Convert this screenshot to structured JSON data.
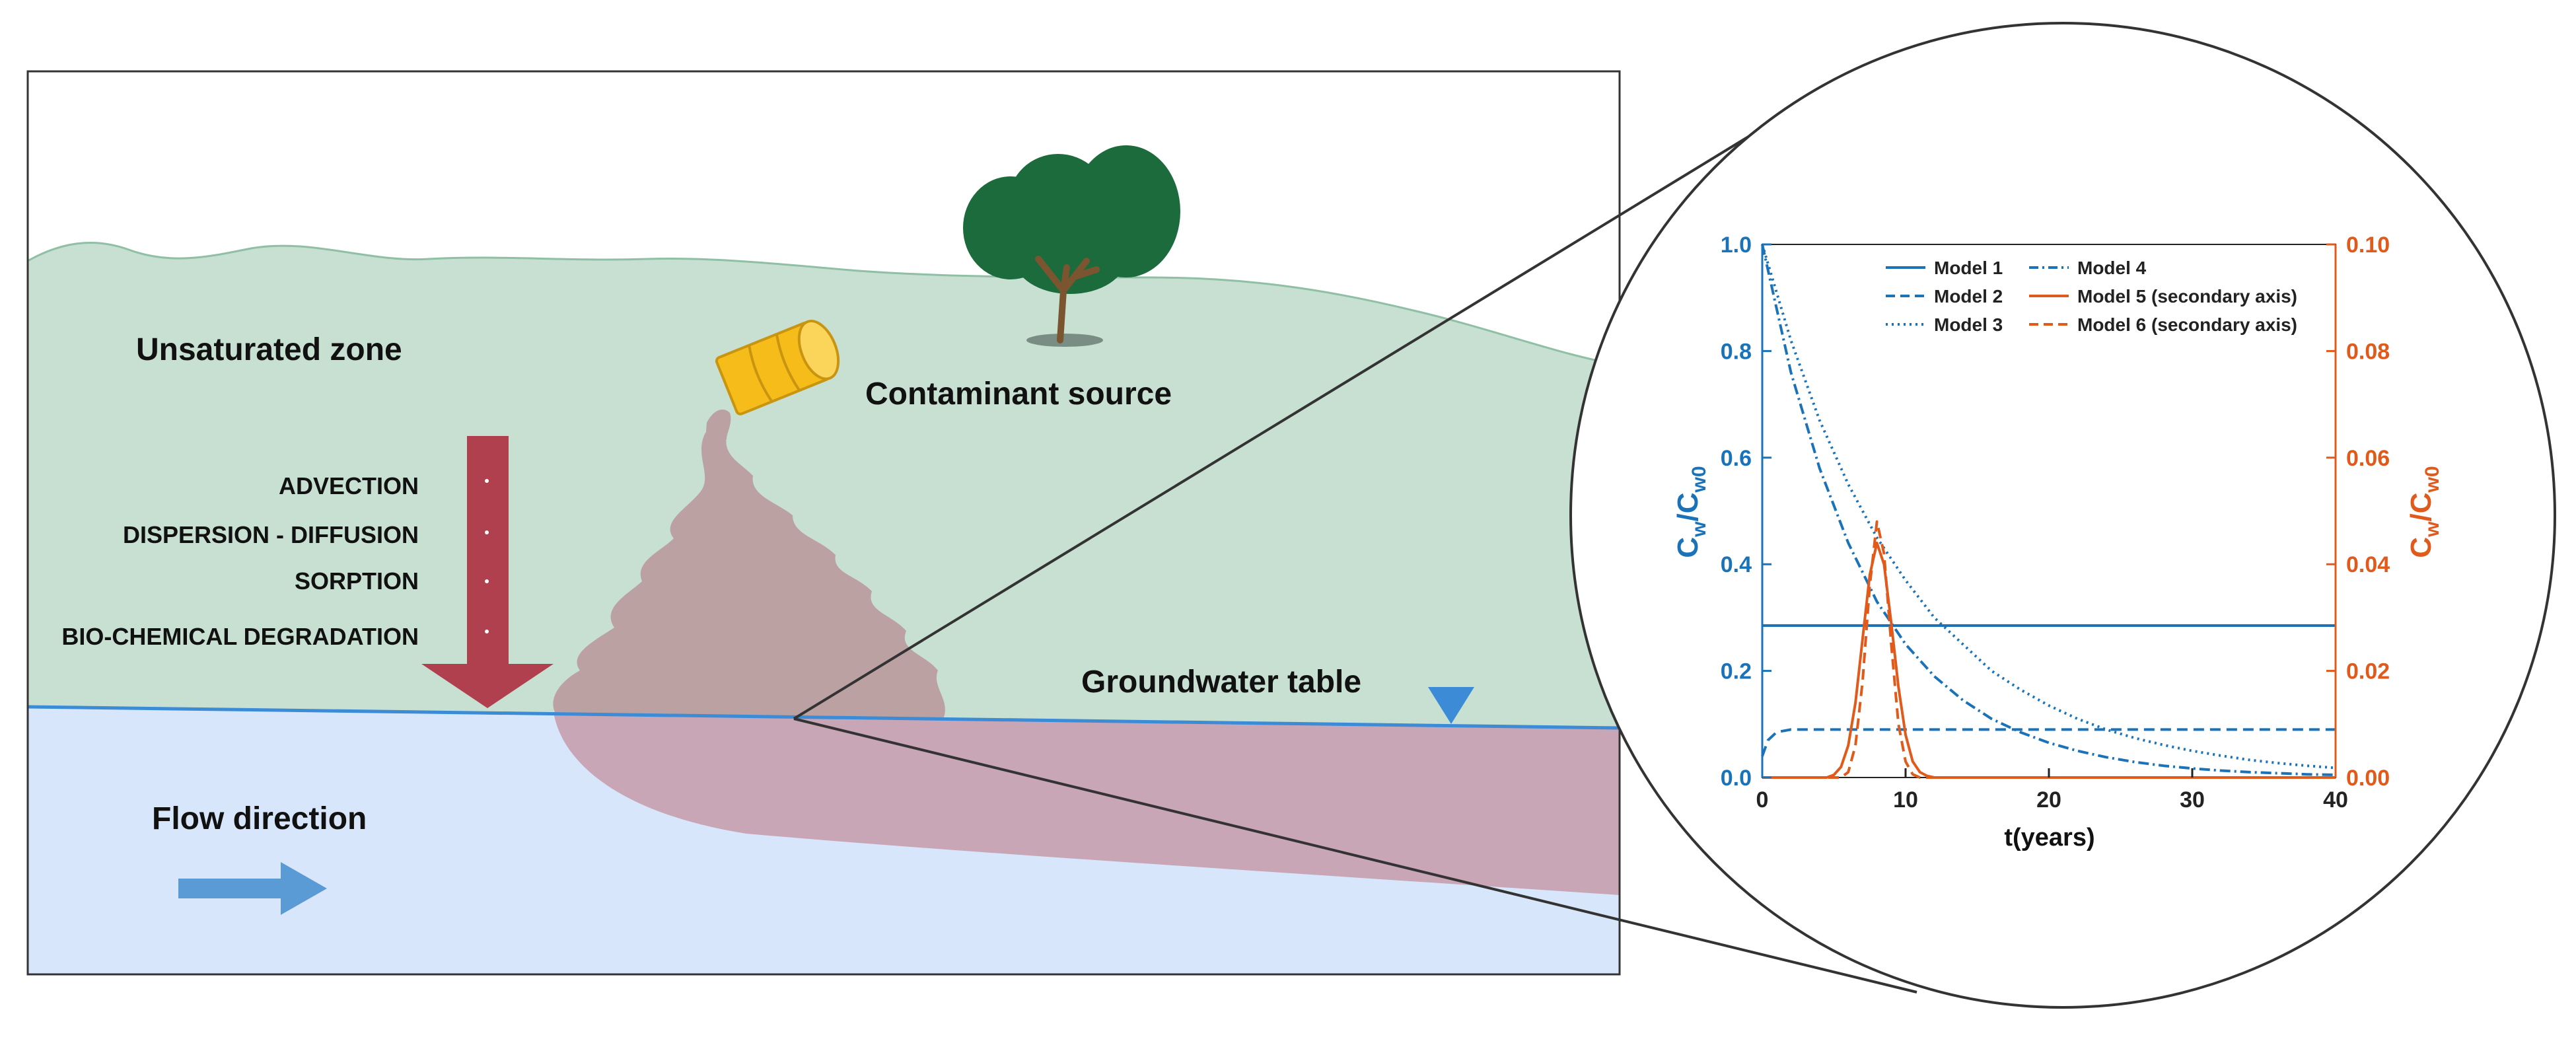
{
  "labels": {
    "unsaturated_zone": "Unsaturated zone",
    "contaminant_source": "Contaminant source",
    "groundwater_table": "Groundwater table",
    "flow_direction": "Flow direction"
  },
  "processes": [
    "ADVECTION",
    "DISPERSION - DIFFUSION",
    "SORPTION",
    "BIO-CHEMICAL DEGRADATION"
  ],
  "colors": {
    "unsaturated_zone": "#c8e0d2",
    "saturated_zone": "#d8e6fb",
    "plume": "#c8a6b6",
    "arrow": "#b0404d",
    "barrel": "#f6bc1a",
    "tree": "#1b6b3c",
    "water_line": "#3b8bd6",
    "primary_axis": "#1a73b8",
    "secondary_axis": "#e05a1c"
  },
  "chart_data": {
    "type": "line",
    "xlabel": "t(years)",
    "xlim": [
      0,
      40
    ],
    "xticks": [
      "0",
      "10",
      "20",
      "30",
      "40"
    ],
    "ylabel_left": {
      "main": "C",
      "sub1": "w",
      "mid": "/C",
      "sub2": "w0"
    },
    "ylim_left": [
      0,
      1.0
    ],
    "yticks_left": [
      "0.0",
      "0.2",
      "0.4",
      "0.6",
      "0.8",
      "1.0"
    ],
    "ylabel_right": {
      "main": "C",
      "sub1": "w",
      "mid": "/C",
      "sub2": "w0"
    },
    "ylim_right": [
      0,
      0.1
    ],
    "yticks_right": [
      "0.00",
      "0.02",
      "0.04",
      "0.06",
      "0.08",
      "0.10"
    ],
    "legend_position": "top-right",
    "series": [
      {
        "name": "Model 1",
        "axis": "left",
        "color": "#1a73b8",
        "dash": "solid",
        "x": [
          0,
          40
        ],
        "y": [
          0.285,
          0.285
        ]
      },
      {
        "name": "Model 2",
        "axis": "left",
        "color": "#1a73b8",
        "dash": "dashed",
        "x": [
          0,
          0.4,
          1,
          2,
          40
        ],
        "y": [
          0.04,
          0.07,
          0.085,
          0.09,
          0.09
        ]
      },
      {
        "name": "Model 3",
        "axis": "left",
        "color": "#1a73b8",
        "dash": "dotted",
        "x": [
          0,
          2,
          4,
          6,
          8,
          10,
          12,
          14,
          16,
          18,
          20,
          22,
          24,
          26,
          28,
          30,
          32,
          34,
          36,
          38,
          40
        ],
        "y": [
          1.0,
          0.82,
          0.67,
          0.55,
          0.45,
          0.37,
          0.3,
          0.25,
          0.2,
          0.165,
          0.135,
          0.11,
          0.09,
          0.074,
          0.061,
          0.05,
          0.041,
          0.033,
          0.027,
          0.022,
          0.018
        ]
      },
      {
        "name": "Model 4",
        "axis": "left",
        "color": "#1a73b8",
        "dash": "dashdot",
        "x": [
          0,
          2,
          4,
          6,
          8,
          10,
          12,
          14,
          16,
          18,
          20,
          22,
          24,
          26,
          28,
          30,
          32,
          34,
          36,
          38,
          40
        ],
        "y": [
          1.0,
          0.76,
          0.58,
          0.44,
          0.33,
          0.25,
          0.19,
          0.145,
          0.11,
          0.085,
          0.065,
          0.05,
          0.038,
          0.029,
          0.022,
          0.017,
          0.013,
          0.01,
          0.008,
          0.006,
          0.005
        ]
      },
      {
        "name": "Model 5 (secondary axis)",
        "axis": "right",
        "color": "#e05a1c",
        "dash": "solid",
        "x": [
          0,
          4.5,
          5,
          5.5,
          6,
          6.5,
          7,
          7.5,
          8,
          8.5,
          9,
          9.5,
          10,
          10.5,
          11,
          11.5,
          12,
          40
        ],
        "y": [
          0,
          0,
          0.0005,
          0.002,
          0.006,
          0.014,
          0.026,
          0.038,
          0.044,
          0.04,
          0.029,
          0.017,
          0.008,
          0.003,
          0.001,
          0.0003,
          0,
          0
        ]
      },
      {
        "name": "Model 6 (secondary axis)",
        "axis": "right",
        "color": "#e05a1c",
        "dash": "dashed",
        "x": [
          0,
          5.5,
          6,
          6.5,
          7,
          7.5,
          8,
          8.5,
          9,
          9.5,
          10,
          10.5,
          11,
          40
        ],
        "y": [
          0,
          0,
          0.001,
          0.006,
          0.018,
          0.036,
          0.048,
          0.042,
          0.025,
          0.01,
          0.003,
          0.0006,
          0,
          0
        ]
      }
    ]
  }
}
